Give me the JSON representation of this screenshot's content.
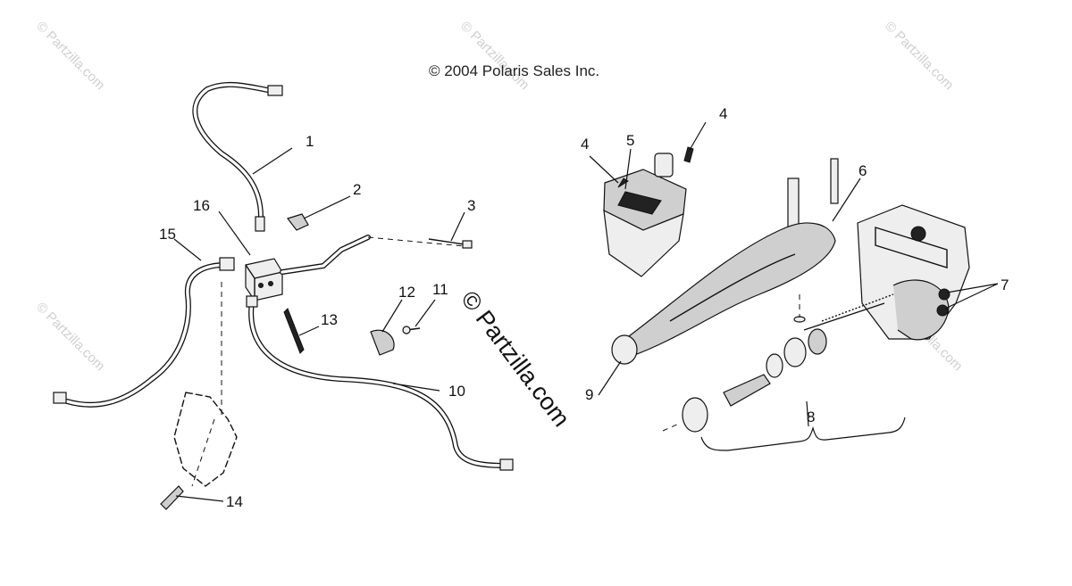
{
  "copyright": "© 2004 Polaris Sales Inc.",
  "watermark": {
    "main": "© Partzilla.com",
    "small": "© Partzilla.com",
    "color": "#cfcfcf"
  },
  "callouts": [
    {
      "id": "1",
      "label": "1"
    },
    {
      "id": "2",
      "label": "2"
    },
    {
      "id": "3",
      "label": "3"
    },
    {
      "id": "4a",
      "label": "4"
    },
    {
      "id": "4b",
      "label": "4"
    },
    {
      "id": "5",
      "label": "5"
    },
    {
      "id": "6",
      "label": "6"
    },
    {
      "id": "7",
      "label": "7"
    },
    {
      "id": "8",
      "label": "8"
    },
    {
      "id": "9",
      "label": "9"
    },
    {
      "id": "10",
      "label": "10"
    },
    {
      "id": "11",
      "label": "11"
    },
    {
      "id": "12",
      "label": "12"
    },
    {
      "id": "13",
      "label": "13"
    },
    {
      "id": "14",
      "label": "14"
    },
    {
      "id": "15",
      "label": "15"
    },
    {
      "id": "16",
      "label": "16"
    }
  ]
}
